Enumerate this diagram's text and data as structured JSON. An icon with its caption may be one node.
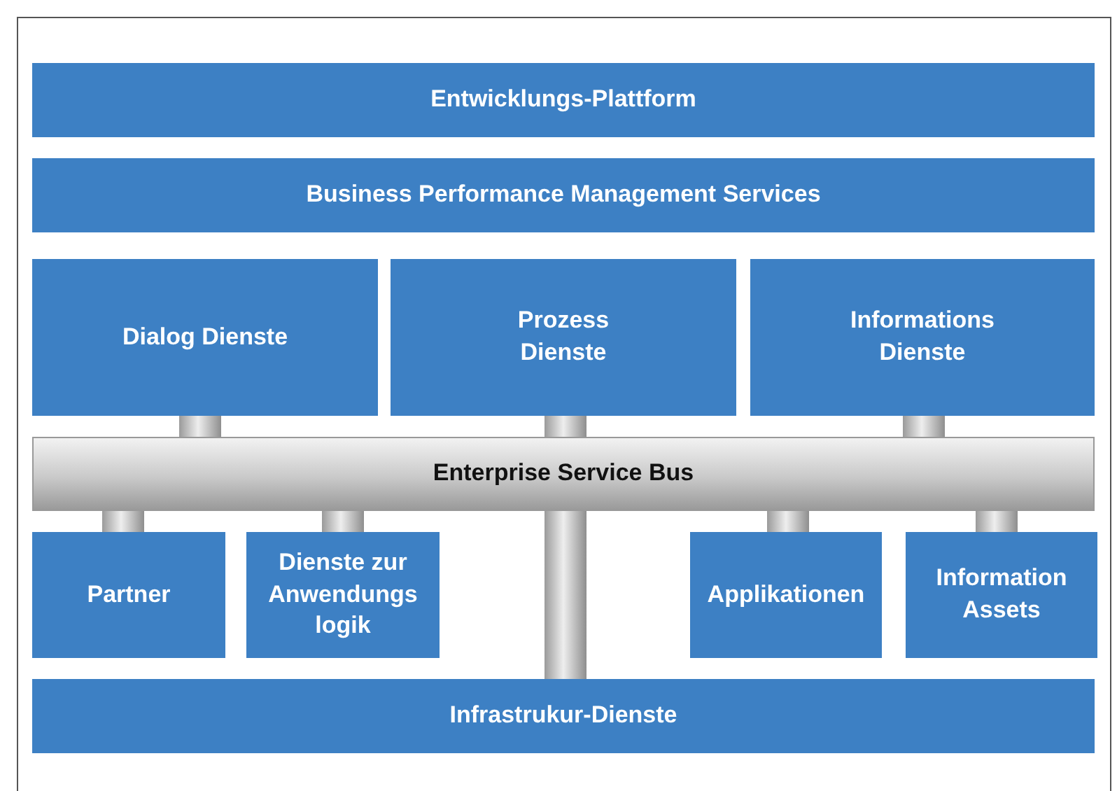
{
  "diagram": {
    "nodes": [
      {
        "text": [
          "Entwicklungs-Plattform"
        ]
      },
      {
        "text": [
          "Business Performance Management Services"
        ]
      },
      {
        "text": [
          "Dialog Dienste"
        ]
      },
      {
        "text": [
          "Prozess Dienste"
        ]
      },
      {
        "text": [
          "Informations Dienste"
        ]
      },
      {
        "text": [
          "Enterprise Service Bus"
        ]
      },
      {
        "text": [
          "Partner"
        ]
      },
      {
        "text": [
          "Dienste zur Anwendungs logik"
        ]
      },
      {
        "text": [
          "Applikationen"
        ]
      },
      {
        "text": [
          "Information Assets"
        ]
      },
      {
        "text": [
          "Infrastrukur-Dienste"
        ]
      }
    ],
    "edges": [
      {
        "from": 2,
        "to": 5,
        "arrow": "none"
      },
      {
        "from": 3,
        "to": 5,
        "arrow": "none"
      },
      {
        "from": 4,
        "to": 5,
        "arrow": "none"
      },
      {
        "from": 5,
        "to": 6,
        "arrow": "none"
      },
      {
        "from": 5,
        "to": 7,
        "arrow": "none"
      },
      {
        "from": 5,
        "to": 10,
        "arrow": "none"
      },
      {
        "from": 5,
        "to": 8,
        "arrow": "none"
      },
      {
        "from": 5,
        "to": 9,
        "arrow": "none"
      }
    ]
  }
}
